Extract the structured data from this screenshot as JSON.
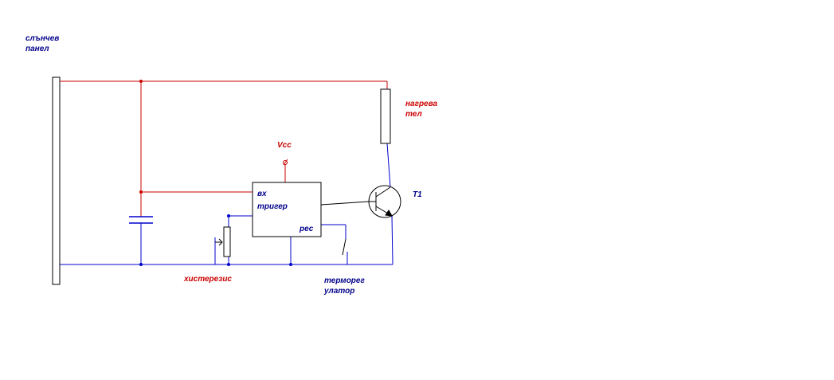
{
  "colors": {
    "positive": "#cc0000",
    "ground": "#0000cc",
    "outline": "#000000",
    "label_blue": "#00008b",
    "label_red": "#cc0000"
  },
  "labels": {
    "solar_panel_1": "слънчев",
    "solar_panel_2": "панел",
    "heater_1": "нагрева",
    "heater_2": "тел",
    "vcc": "Vcc",
    "trigger_in": "вх",
    "trigger_name": "тригер",
    "trigger_reset": "рес",
    "transistor": "T1",
    "hysteresis": "хистерезис",
    "thermostat_1": "терморег",
    "thermostat_2": "улатор"
  }
}
